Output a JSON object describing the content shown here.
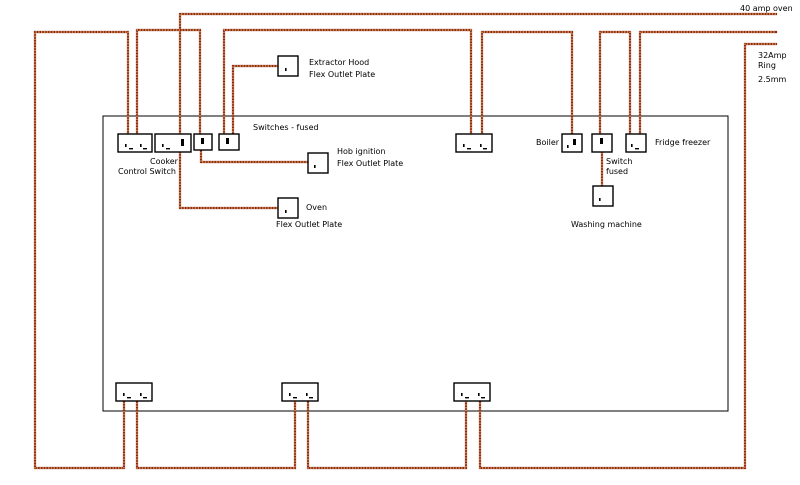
{
  "colors": {
    "wire_outer": "#8a2a10",
    "wire_inner": "#f2b27a",
    "outline": "#000000",
    "background": "#ffffff"
  },
  "labels": {
    "oven_supply": "40 amp oven",
    "ring_line1": "32Amp",
    "ring_line2": "Ring",
    "ring_line3": "2.5mm",
    "switches_fused": "Switches - fused",
    "extractor_line1": "Extractor Hood",
    "extractor_line2": "Flex Outlet Plate",
    "hob_line1": "Hob ignition",
    "hob_line2": "Flex Outlet Plate",
    "cooker_line1": "Cooker",
    "cooker_line2": "Control Switch",
    "oven_line1": "Oven",
    "oven_line2": "Flex Outlet Plate",
    "boiler": "Boiler",
    "switch_line1": "Switch",
    "switch_line2": "fused",
    "fridge_freezer": "Fridge freezer",
    "washing_machine": "Washing machine"
  }
}
